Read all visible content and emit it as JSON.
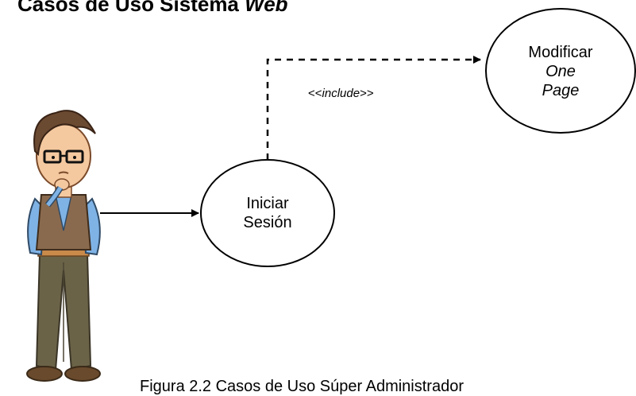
{
  "title": {
    "main": "Casos de Uso Sistema ",
    "emph": "Web"
  },
  "use_cases": {
    "login": {
      "line1": "Iniciar",
      "line2": "Sesión"
    },
    "modify": {
      "line1": "Modificar",
      "line2": "One",
      "line3": "Page"
    }
  },
  "relation": {
    "open": "<<",
    "keyword": "include",
    "close": ">>"
  },
  "caption": "Figura 2.2 Casos de Uso Súper Administrador",
  "actor": {
    "icon": "person-thinking-icon"
  }
}
